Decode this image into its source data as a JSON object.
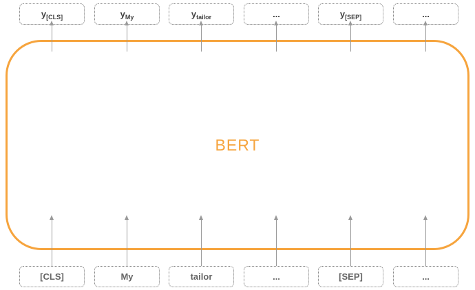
{
  "diagram": {
    "title": "BERT",
    "colors": {
      "accent": "#F6A43D",
      "box_border": "#777777",
      "arrow": "#999999",
      "output_text": "#404040",
      "input_text": "#666666"
    },
    "output_boxes": [
      {
        "base": "y",
        "sub": "[CLS]"
      },
      {
        "base": "y",
        "sub": "My"
      },
      {
        "base": "y",
        "sub": "tailor"
      },
      {
        "base": "...",
        "sub": ""
      },
      {
        "base": "y",
        "sub": "[SEP]"
      },
      {
        "base": "...",
        "sub": ""
      }
    ],
    "input_boxes": [
      {
        "label": "[CLS]"
      },
      {
        "label": "My"
      },
      {
        "label": "tailor"
      },
      {
        "label": "..."
      },
      {
        "label": "[SEP]"
      },
      {
        "label": "..."
      }
    ]
  }
}
